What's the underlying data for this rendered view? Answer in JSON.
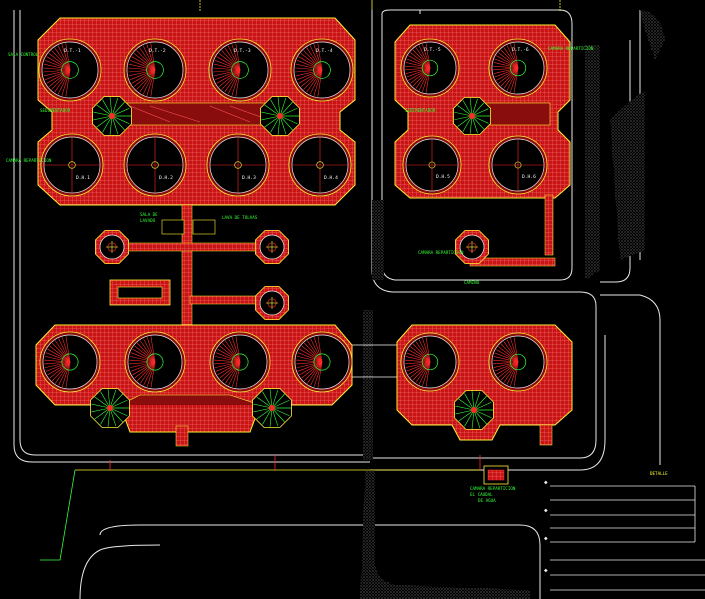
{
  "drawing": {
    "title": "",
    "colors": {
      "background": "#000000",
      "slab": "#d41a1a",
      "slab_dark": "#8a0d0d",
      "grid": "#ff7a7a",
      "outline": "#ffee33",
      "road": "#e8e8e8",
      "text": "#33ff33",
      "accent": "#ff2a2a"
    }
  },
  "labels": {
    "tank_n1": "D.T.-1",
    "tank_n2": "D.T.-2",
    "tank_n3": "D.T.-3",
    "tank_n4": "D.T.-4",
    "tank_n5": "D.T.-5",
    "tank_n6": "D.T.-6",
    "dig_1": "D.H.1",
    "dig_2": "D.H.2",
    "dig_3": "D.H.3",
    "dig_4": "D.H.4",
    "dig_5": "D.H.5",
    "dig_6": "D.H.6",
    "note_nw_top": "SALA CONTROL",
    "note_nw_mid": "SEDIMENTADOR",
    "note_nw_low": "CAMARA REPARTICION",
    "note_ne_top": "SEDIMENTADOR",
    "note_ne_mid": "CAMARA REPARTICION",
    "note_center_a": "SALA DE",
    "note_center_b": "LAVADO",
    "note_center_c": "LAVA DE TOLVAS",
    "note_bottom_right": "CAMARA REPARTICION",
    "note_bottom_right2": "EL CAUDAL",
    "note_bottom_right3": "DE AGUA",
    "road_label": "CAMINO",
    "legend_title": "DETALLE"
  }
}
